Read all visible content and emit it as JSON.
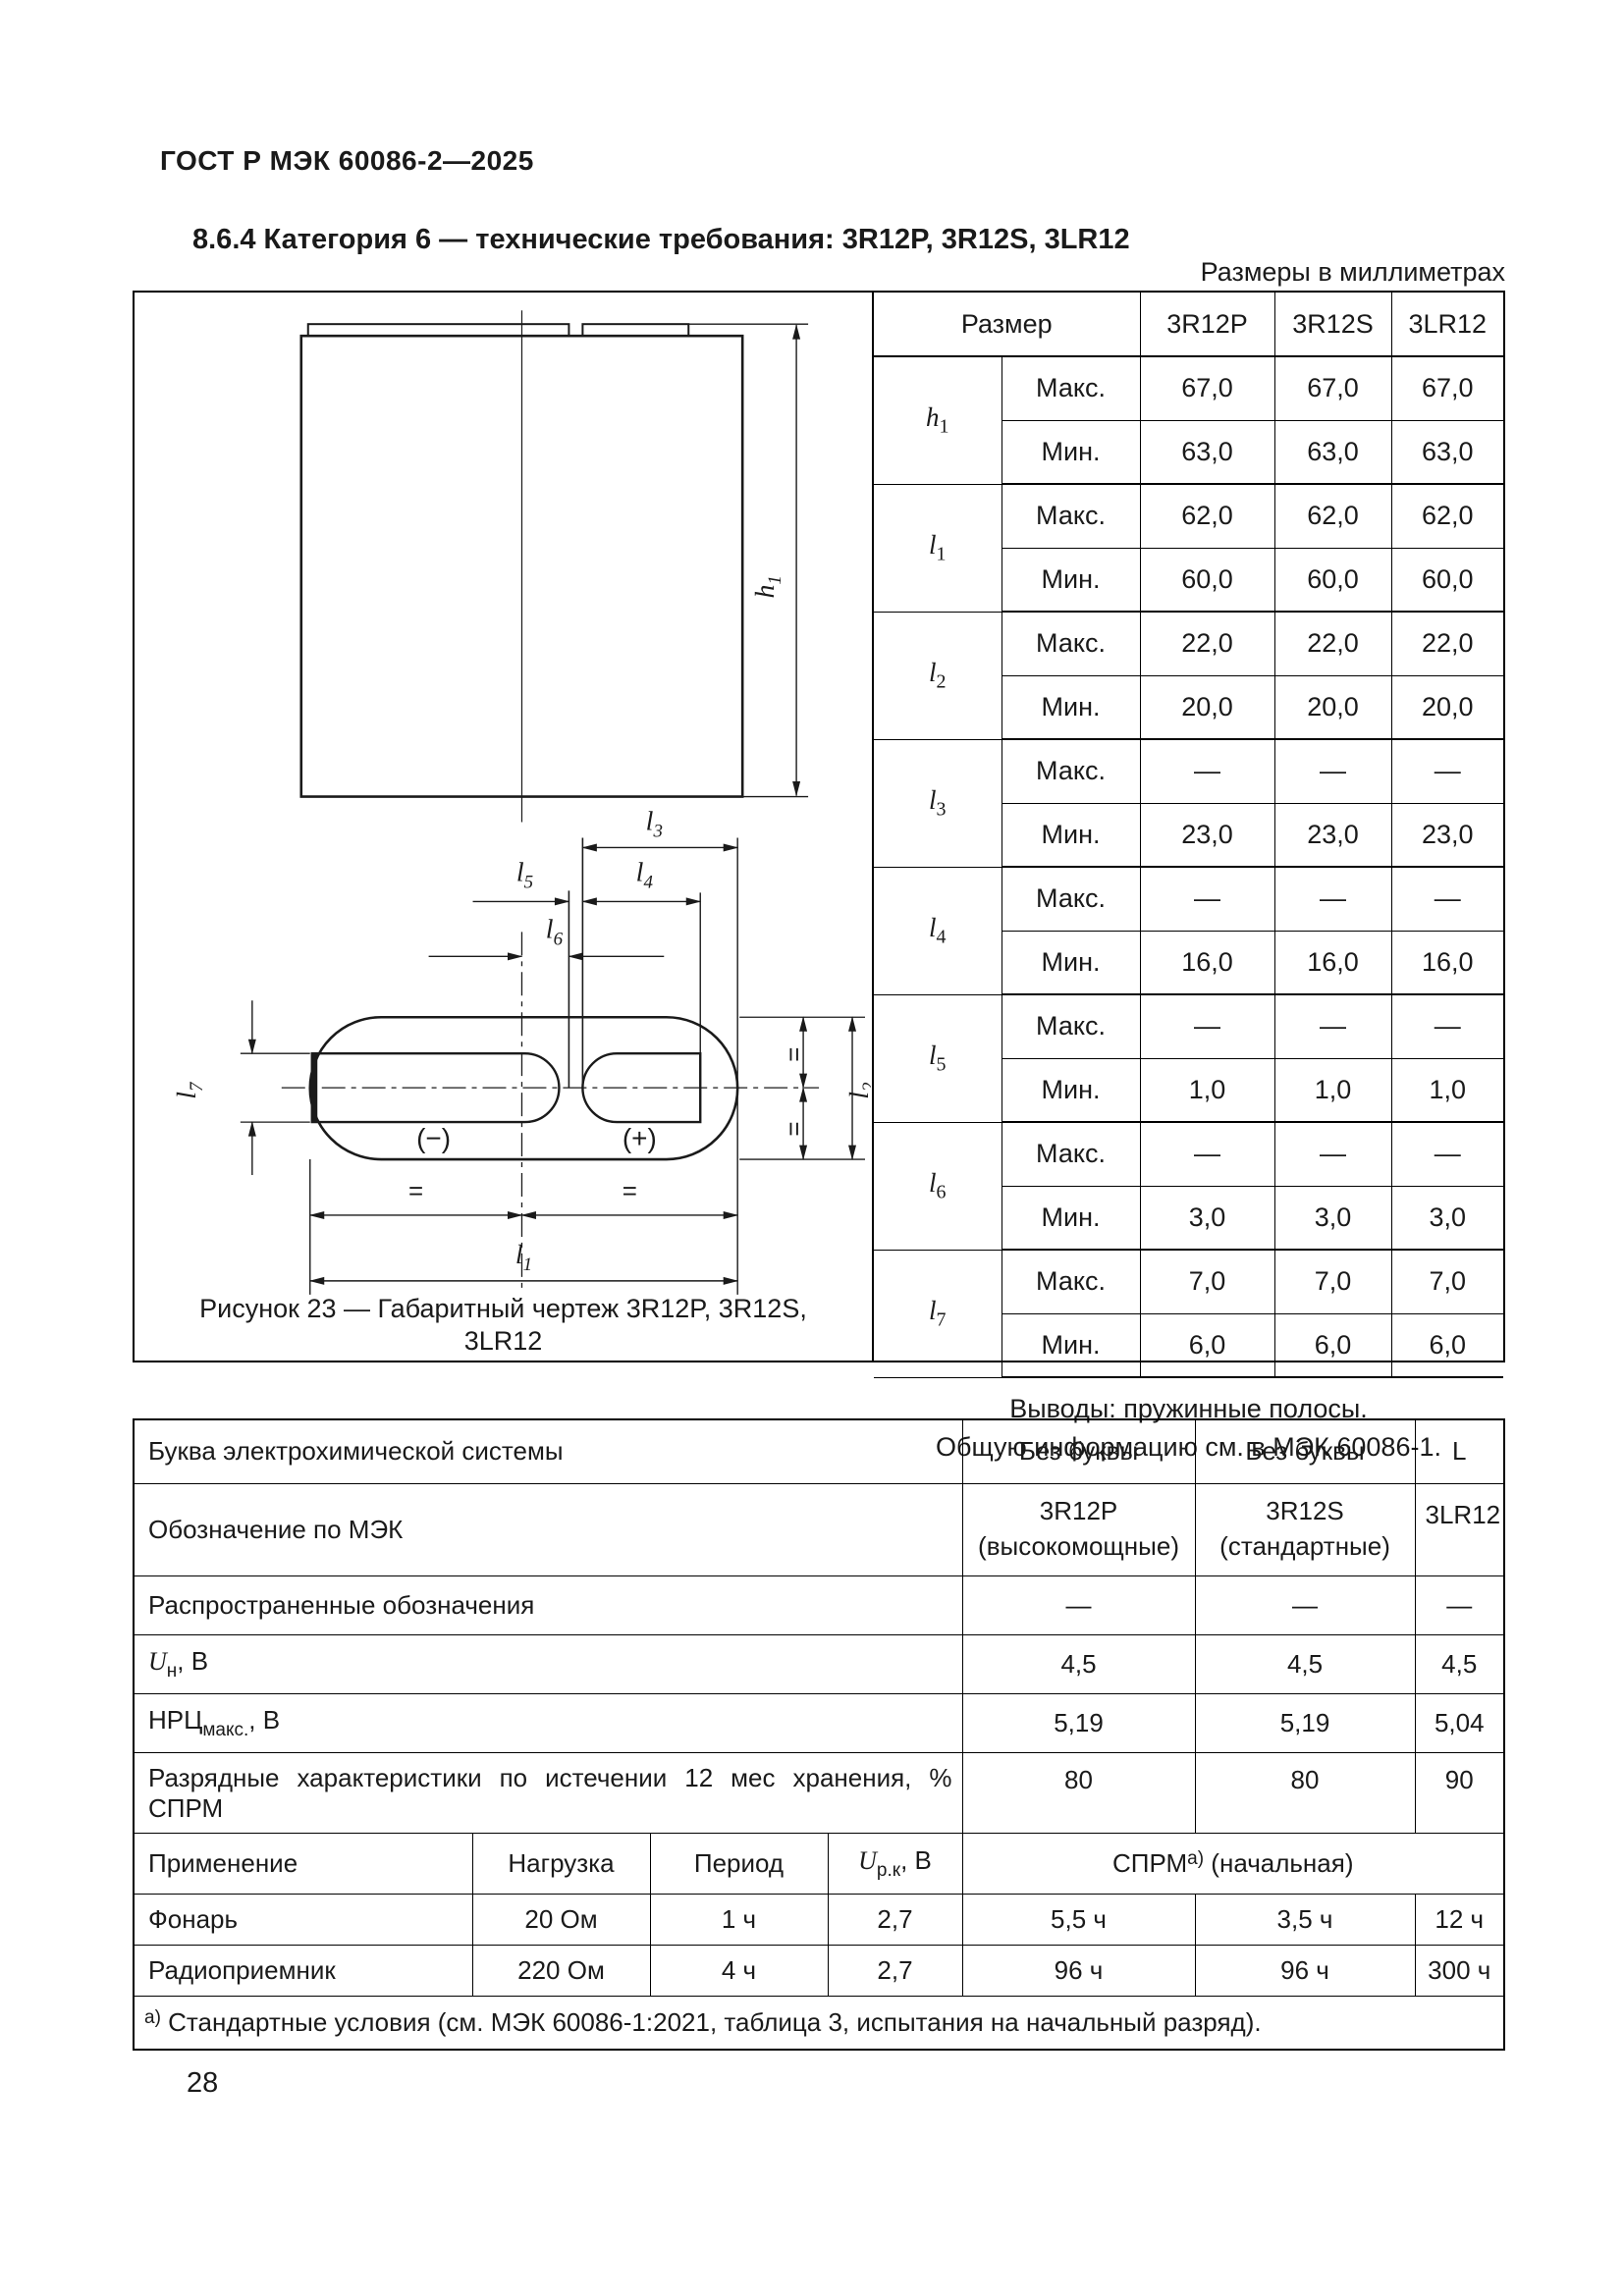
{
  "page": {
    "header": "ГОСТ Р МЭК 60086-2—2025",
    "page_number": "28"
  },
  "section": {
    "title": "8.6.4 Категория 6 — технические требования: 3R12P, 3R12S, 3LR12",
    "units_note": "Размеры в миллиметрах"
  },
  "figure": {
    "caption_line1": "Рисунок 23 — Габаритный чертеж  3R12P, 3R12S,",
    "caption_line2": "3LR12",
    "labels": {
      "h1": {
        "base": "h",
        "sub": "1"
      },
      "l1": {
        "base": "l",
        "sub": "1"
      },
      "l2": {
        "base": "l",
        "sub": "2"
      },
      "l3": {
        "base": "l",
        "sub": "3"
      },
      "l4": {
        "base": "l",
        "sub": "4"
      },
      "l5": {
        "base": "l",
        "sub": "5"
      },
      "l6": {
        "base": "l",
        "sub": "6"
      },
      "l7": {
        "base": "l",
        "sub": "7"
      },
      "minus": "(−)",
      "plus": "(+)",
      "eq": "="
    }
  },
  "dim_table": {
    "size_header": "Размер",
    "cols": [
      "3R12P",
      "3R12S",
      "3LR12"
    ],
    "max_label": "Макс.",
    "min_label": "Мин.",
    "rows": [
      {
        "name": {
          "base": "h",
          "sub": "1"
        },
        "max": [
          "67,0",
          "67,0",
          "67,0"
        ],
        "min": [
          "63,0",
          "63,0",
          "63,0"
        ]
      },
      {
        "name": {
          "base": "l",
          "sub": "1"
        },
        "max": [
          "62,0",
          "62,0",
          "62,0"
        ],
        "min": [
          "60,0",
          "60,0",
          "60,0"
        ]
      },
      {
        "name": {
          "base": "l",
          "sub": "2"
        },
        "max": [
          "22,0",
          "22,0",
          "22,0"
        ],
        "min": [
          "20,0",
          "20,0",
          "20,0"
        ]
      },
      {
        "name": {
          "base": "l",
          "sub": "3"
        },
        "max": [
          "—",
          "—",
          "—"
        ],
        "min": [
          "23,0",
          "23,0",
          "23,0"
        ]
      },
      {
        "name": {
          "base": "l",
          "sub": "4"
        },
        "max": [
          "—",
          "—",
          "—"
        ],
        "min": [
          "16,0",
          "16,0",
          "16,0"
        ]
      },
      {
        "name": {
          "base": "l",
          "sub": "5"
        },
        "max": [
          "—",
          "—",
          "—"
        ],
        "min": [
          "1,0",
          "1,0",
          "1,0"
        ]
      },
      {
        "name": {
          "base": "l",
          "sub": "6"
        },
        "max": [
          "—",
          "—",
          "—"
        ],
        "min": [
          "3,0",
          "3,0",
          "3,0"
        ]
      },
      {
        "name": {
          "base": "l",
          "sub": "7"
        },
        "max": [
          "7,0",
          "7,0",
          "7,0"
        ],
        "min": [
          "6,0",
          "6,0",
          "6,0"
        ]
      }
    ],
    "note_line1": "Выводы: пружинные полосы.",
    "note_line2": "Общую информацию см. в МЭК 60086-1."
  },
  "spec_table": {
    "system_letter": {
      "label": "Буква электрохимической системы",
      "values": [
        "Без буквы",
        "Без буквы",
        "L"
      ]
    },
    "iec_designation": {
      "label": "Обозначение по МЭК",
      "values": [
        {
          "l1": "3R12P",
          "l2": "(высокомощные)"
        },
        {
          "l1": "3R12S",
          "l2": "(стандартные)"
        },
        {
          "l1": "3LR12",
          "l2": ""
        }
      ]
    },
    "common_designations": {
      "label": "Распространенные обозначения",
      "values": [
        "—",
        "—",
        "—"
      ]
    },
    "nominal_voltage": {
      "label_base": "U",
      "label_sub": "н",
      "label_rest": ", В",
      "values": [
        "4,5",
        "4,5",
        "4,5"
      ]
    },
    "ocv": {
      "label_base": "НРЦ",
      "label_sub": "макс.",
      "label_rest": ", В",
      "values": [
        "5,19",
        "5,19",
        "5,04"
      ]
    },
    "discharge": {
      "label_line1": "Разрядные характеристики по истечении 12 мес хранения, %",
      "label_line2": "СПРМ",
      "values": [
        "80",
        "80",
        "90"
      ]
    },
    "app_header": {
      "application": "Применение",
      "load": "Нагрузка",
      "period": "Период",
      "u_base": "U",
      "u_sub": "р.к",
      "u_rest": ", В",
      "sprm_base": "СПРМ",
      "sprm_sup": "а)",
      "sprm_rest": " (начальная)"
    },
    "apps": [
      {
        "name": "Фонарь",
        "load": "20 Ом",
        "period": "1 ч",
        "voltage": "2,7",
        "values": [
          "5,5 ч",
          "3,5 ч",
          "12 ч"
        ]
      },
      {
        "name": "Радиоприемник",
        "load": "220 Ом",
        "period": "4 ч",
        "voltage": "2,7",
        "values": [
          "96 ч",
          "96 ч",
          "300 ч"
        ]
      }
    ],
    "footnote": {
      "sup": "а)",
      "text": " Стандартные условия (см. МЭК 60086-1:2021, таблица 3, испытания на начальный разряд)."
    }
  }
}
